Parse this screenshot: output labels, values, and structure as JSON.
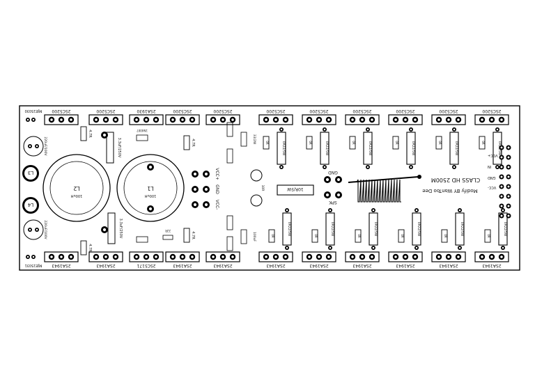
{
  "board": {
    "title": "CLASS HD 2500M",
    "subtitle": "Modify BY WanToo Dee",
    "top_transistor_label": "2SC5200",
    "bottom_transistor_label": "2SA1943",
    "top_left_driver_label": "MJE15030",
    "top_small_label": "2SA1930",
    "bottom_small_label": "2SC5171",
    "bottom_left_driver_label": "MJE15031",
    "resistor_large_label": "0R22/5W",
    "resistor_small_label": "0R",
    "base_resistor_label": "4.7R",
    "emitter_resistor_label": "22R",
    "cap_label": "3.3uF/250V",
    "inductor_l1": "L1",
    "inductor_l2": "L2",
    "inductor_l3": "L3",
    "inductor_l4": "L4",
    "inductor_value": "100uH",
    "output_resistor_label": "10R/5W",
    "spk_label": "SPK",
    "gnd_label": "GND",
    "vcc_pos_label": "VCC+",
    "vcc_neg_label": "VCC-",
    "in_label": "IN",
    "right_vcc_pos": "VCC+",
    "right_gnd": "GND",
    "right_vcc_neg": "VCC-",
    "small_cap_label": "220uF/100V",
    "diode_label": "1N4007",
    "vertical_small_1": "33/2W",
    "vertical_small_2": "100uF",
    "vertical_small_3": "10R"
  }
}
